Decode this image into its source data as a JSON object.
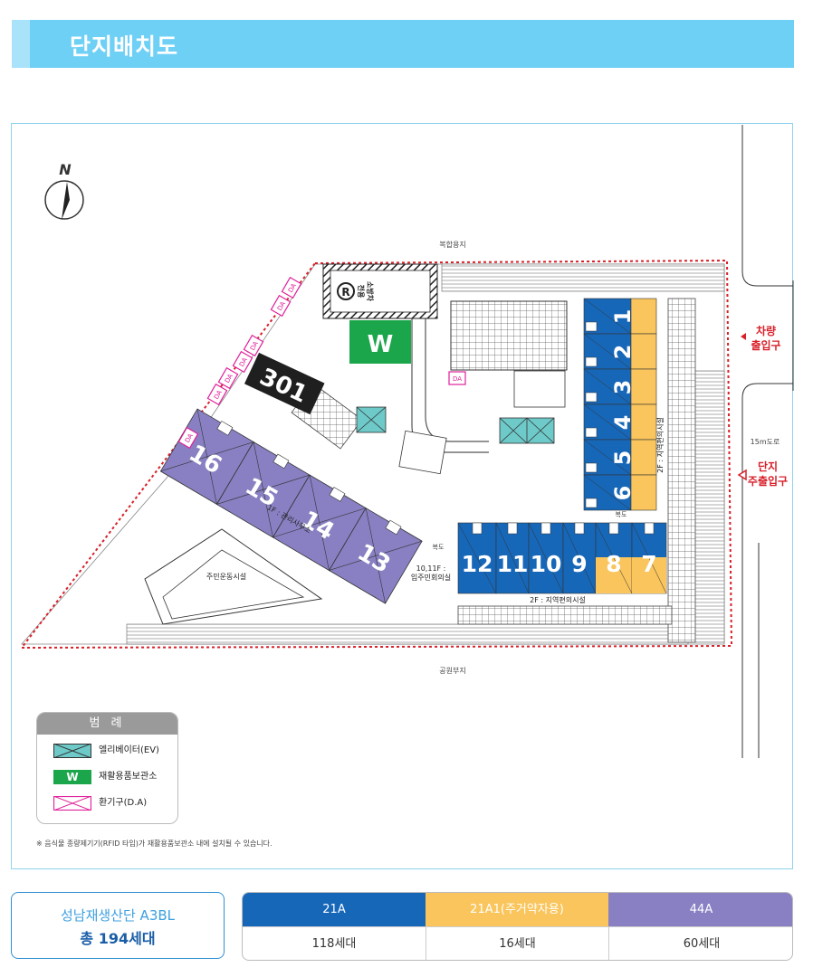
{
  "header": {
    "title": "단지배치도"
  },
  "map": {
    "north_label": "N",
    "top_label": "복합용지",
    "bottom_label": "공원부지",
    "road_label": "15m도로",
    "entrance_car": [
      "차량",
      "출입구"
    ],
    "entrance_walk": [
      "단지",
      "주출입구"
    ],
    "building_301": "301",
    "w_label": "W",
    "parking_text": [
      "소방차",
      "전용"
    ],
    "da_label": "DA",
    "buildings_44a": [
      "16",
      "15",
      "14",
      "13"
    ],
    "buildings_east": [
      "1",
      "2",
      "3",
      "4",
      "5",
      "6"
    ],
    "buildings_south": [
      "12",
      "11",
      "10",
      "9",
      "8",
      "7"
    ],
    "label_office": "1F : 관리사무소",
    "label_resident": [
      "10,11F :",
      "입주민회의실"
    ],
    "label_facility_south": "2F : 지역편의시설",
    "label_facility_east": "2F : 지역편의시설",
    "label_sports": "주민운동시설",
    "label_corridor": "복도",
    "colors": {
      "type_21a": "#1767b8",
      "type_21a1": "#f9c55c",
      "type_44a": "#8880c2",
      "ev": "#6ec9c9",
      "w": "#1ca64b",
      "da": "#e0209a"
    }
  },
  "legend": {
    "title": "범 례",
    "items": [
      {
        "icon": "elevator-icon",
        "label": "엘리베이터(EV)"
      },
      {
        "icon": "w-icon",
        "symbol": "W",
        "label": "재활용품보관소"
      },
      {
        "icon": "vent-icon",
        "label": "환기구(D.A)"
      }
    ]
  },
  "note": "※ 음식물 종량제기기(RFID 타입)가 재활용품보관소 내에 설치될 수 있습니다.",
  "summary": {
    "line1": "성남재생산단 A3BL",
    "line2": "총 194세대"
  },
  "unit_types": [
    {
      "name": "21A",
      "count": "118세대",
      "color": "#1767b8",
      "text_color": "#ffffff"
    },
    {
      "name": "21A1(주거약자용)",
      "count": "16세대",
      "color": "#f9c55c",
      "text_color": "#ffffff"
    },
    {
      "name": "44A",
      "count": "60세대",
      "color": "#8880c2",
      "text_color": "#ffffff"
    }
  ]
}
